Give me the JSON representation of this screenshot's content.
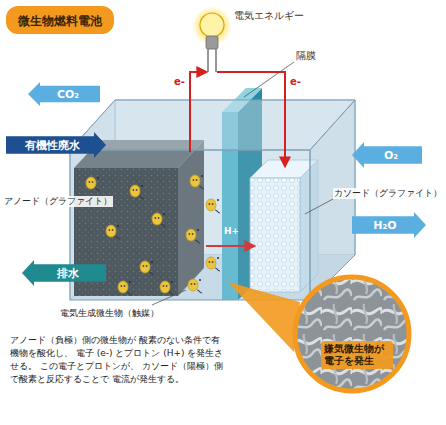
{
  "diagram": {
    "title": "微生物燃料電池",
    "nodes": [
      {
        "text": [
          "CO₂"
        ]
      },
      {
        "text": [
          "有機性廃水"
        ]
      },
      {
        "text": [
          "排水"
        ]
      },
      {
        "text": [
          "O₂"
        ]
      },
      {
        "text": [
          "H₂O"
        ]
      },
      {
        "text": [
          "嫌気微生物が 電子を発生"
        ]
      }
    ],
    "labels": [
      "電気エネルギー",
      "e-",
      "e-",
      "隔膜",
      "アノード（グラファイト）",
      "カソード（グラファイト）",
      "H+",
      "電気生成微生物（触媒）",
      "アノード（負極）側の微生物が 酸素のない条件で有機物を酸化し、 電子 (e-) とプロトン (H+) を発生させる。 この電子とプロトンが、 カソード（陽極）側で酸素と反応することで 電流が発生する。"
    ]
  }
}
